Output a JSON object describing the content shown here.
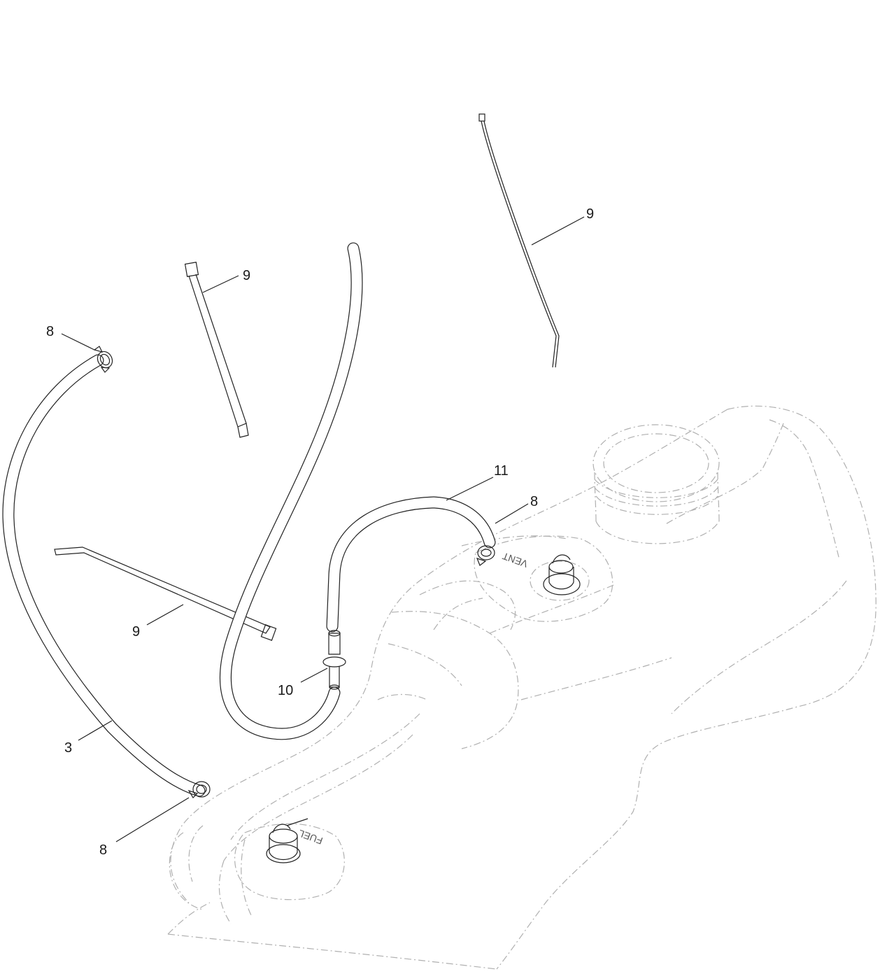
{
  "callouts": [
    {
      "id": "c-9-top-right",
      "label": "9"
    },
    {
      "id": "c-9-upper-left",
      "label": "9"
    },
    {
      "id": "c-8-upper-left",
      "label": "8"
    },
    {
      "id": "c-11",
      "label": "11"
    },
    {
      "id": "c-8-right",
      "label": "8"
    },
    {
      "id": "c-9-lower",
      "label": "9"
    },
    {
      "id": "c-10",
      "label": "10"
    },
    {
      "id": "c-3",
      "label": "3"
    },
    {
      "id": "c-8-bottom",
      "label": "8"
    }
  ],
  "tank_embossing": {
    "vent": "VENT",
    "fuel": "FUEL"
  }
}
